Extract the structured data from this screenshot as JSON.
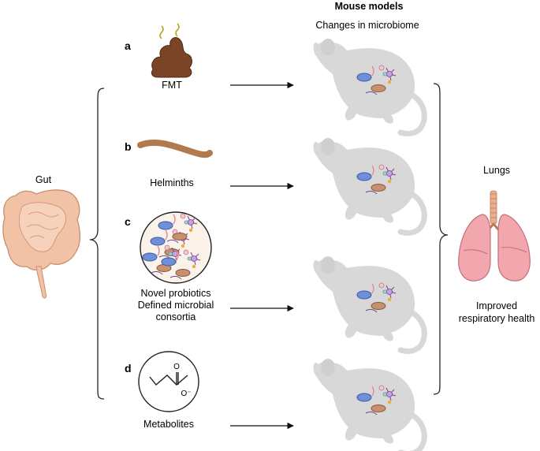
{
  "header": {
    "title": "Mouse models",
    "subtitle": "Changes in microbiome"
  },
  "left": {
    "label": "Gut"
  },
  "right": {
    "label": "Lungs",
    "outcome_line1": "Improved",
    "outcome_line2": "respiratory health"
  },
  "panels": [
    {
      "letter": "a",
      "label": "FMT",
      "icon": "stool-icon"
    },
    {
      "letter": "b",
      "label": "Helminths",
      "icon": "worm-icon"
    },
    {
      "letter": "c",
      "label_line1": "Novel probiotics",
      "label_line2": "Defined microbial",
      "label_line3": "consortia",
      "icon": "microbe-circle-icon"
    },
    {
      "letter": "d",
      "label": "Metabolites",
      "icon": "molecule-circle-icon"
    }
  ],
  "colors": {
    "mouse": "#d8d8d8",
    "gut": "#f2c2a6",
    "lungs": "#f1a7ad",
    "stool": "#7a4526",
    "worm": "#b07a4e"
  }
}
